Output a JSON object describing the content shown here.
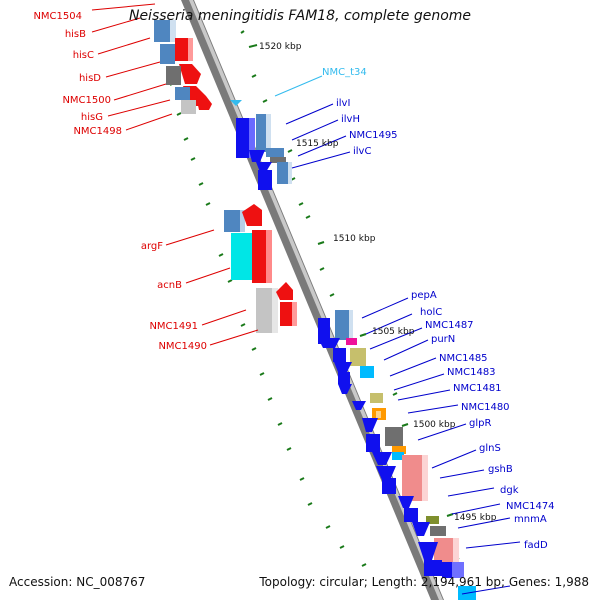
{
  "title": "Neisseria meningitidis FAM18, complete genome",
  "footer": {
    "accession": "Accession: NC_008767",
    "topology": "Topology: circular; Length: 2,194,961 bp; Genes: 1,988"
  },
  "colors": {
    "backbone": "#7a7a7a",
    "tick": "#1a7a1a",
    "left_label": "#dd0000",
    "right_label": "#0000cc",
    "rna_label": "#33bbee",
    "blue": "#1010ee",
    "steel": "#4f86c0",
    "red": "#ee1111",
    "gray": "#6f6f6f",
    "light_gray": "#c4c4c4",
    "cyan": "#00e6e6",
    "magenta": "#ee1199",
    "khaki": "#c6bf6c",
    "olive": "#7f8f2e",
    "orange": "#ff9900",
    "salmon": "#f08c8c",
    "sky": "#00bbff"
  },
  "kbp_labels": [
    "1520 kbp",
    "1515 kbp",
    "1510 kbp",
    "1505 kbp",
    "1500 kbp",
    "1495 kbp"
  ],
  "left_genes": [
    "NMC1504",
    "hisB",
    "hisC",
    "hisD",
    "NMC1500",
    "hisG",
    "NMC1498",
    "argF",
    "acnB",
    "NMC1491",
    "NMC1490"
  ],
  "right_genes": [
    "ilvI",
    "ilvH",
    "NMC1495",
    "ilvC",
    "pepA",
    "holC",
    "NMC1487",
    "purN",
    "NMC1485",
    "NMC1483",
    "NMC1481",
    "NMC1480",
    "glpR",
    "glnS",
    "gshB",
    "dgk",
    "NMC1474",
    "mnmA",
    "fadD"
  ],
  "rna_genes": [
    "NMC_t34"
  ]
}
